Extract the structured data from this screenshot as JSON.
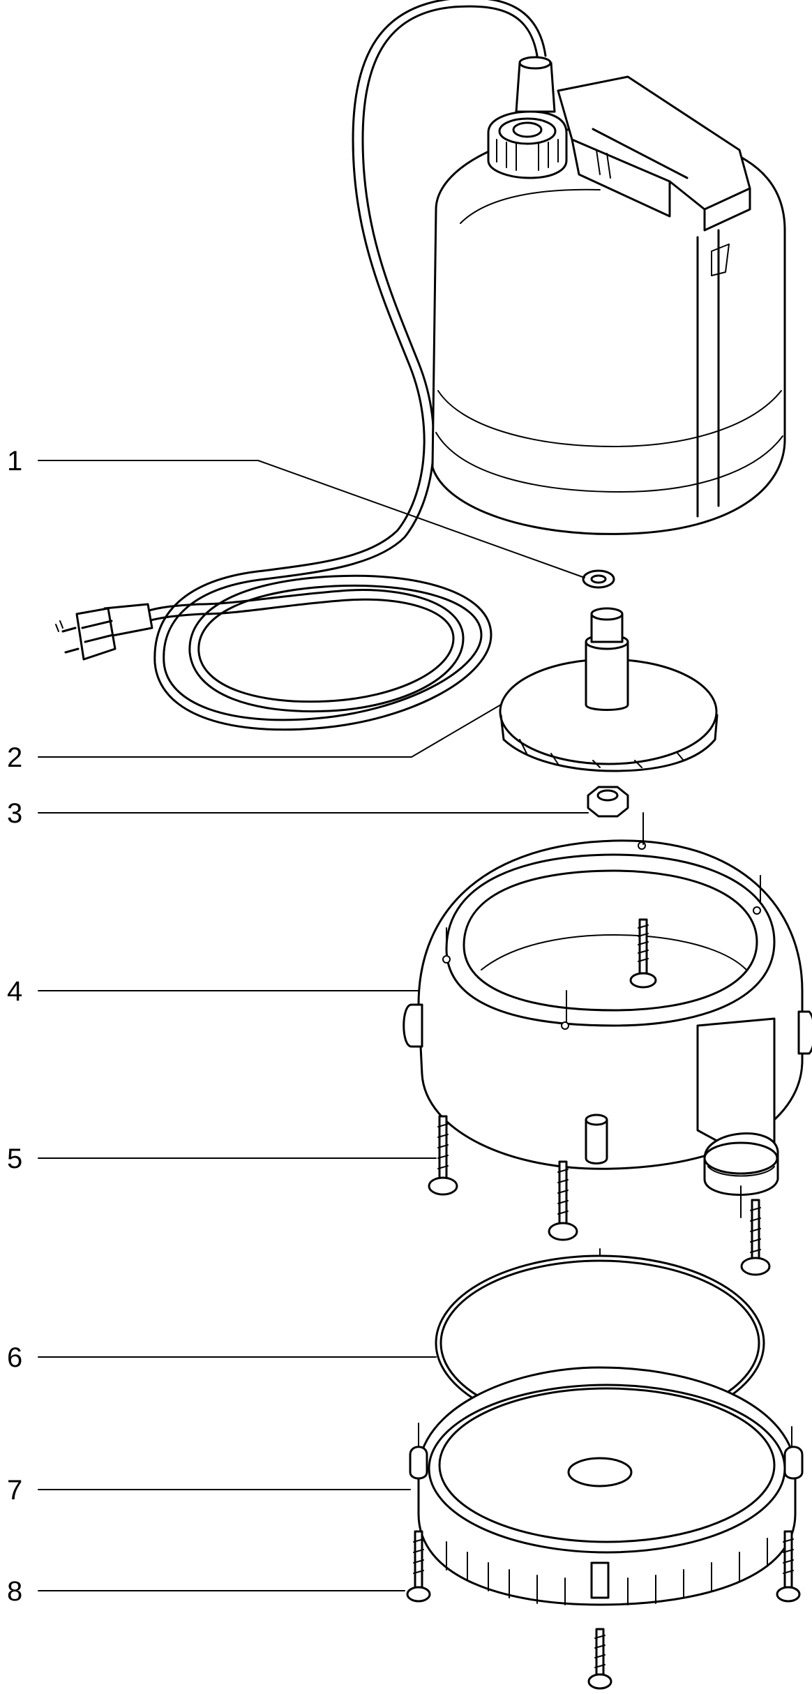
{
  "callouts": [
    {
      "number": "1",
      "part": "seal-washer"
    },
    {
      "number": "2",
      "part": "impeller"
    },
    {
      "number": "3",
      "part": "nut"
    },
    {
      "number": "4",
      "part": "pump-housing"
    },
    {
      "number": "5",
      "part": "housing-screws"
    },
    {
      "number": "6",
      "part": "o-ring"
    },
    {
      "number": "7",
      "part": "base-plate"
    },
    {
      "number": "8",
      "part": "base-screws"
    }
  ],
  "colors": {
    "line": "#000000",
    "background": "#ffffff"
  }
}
